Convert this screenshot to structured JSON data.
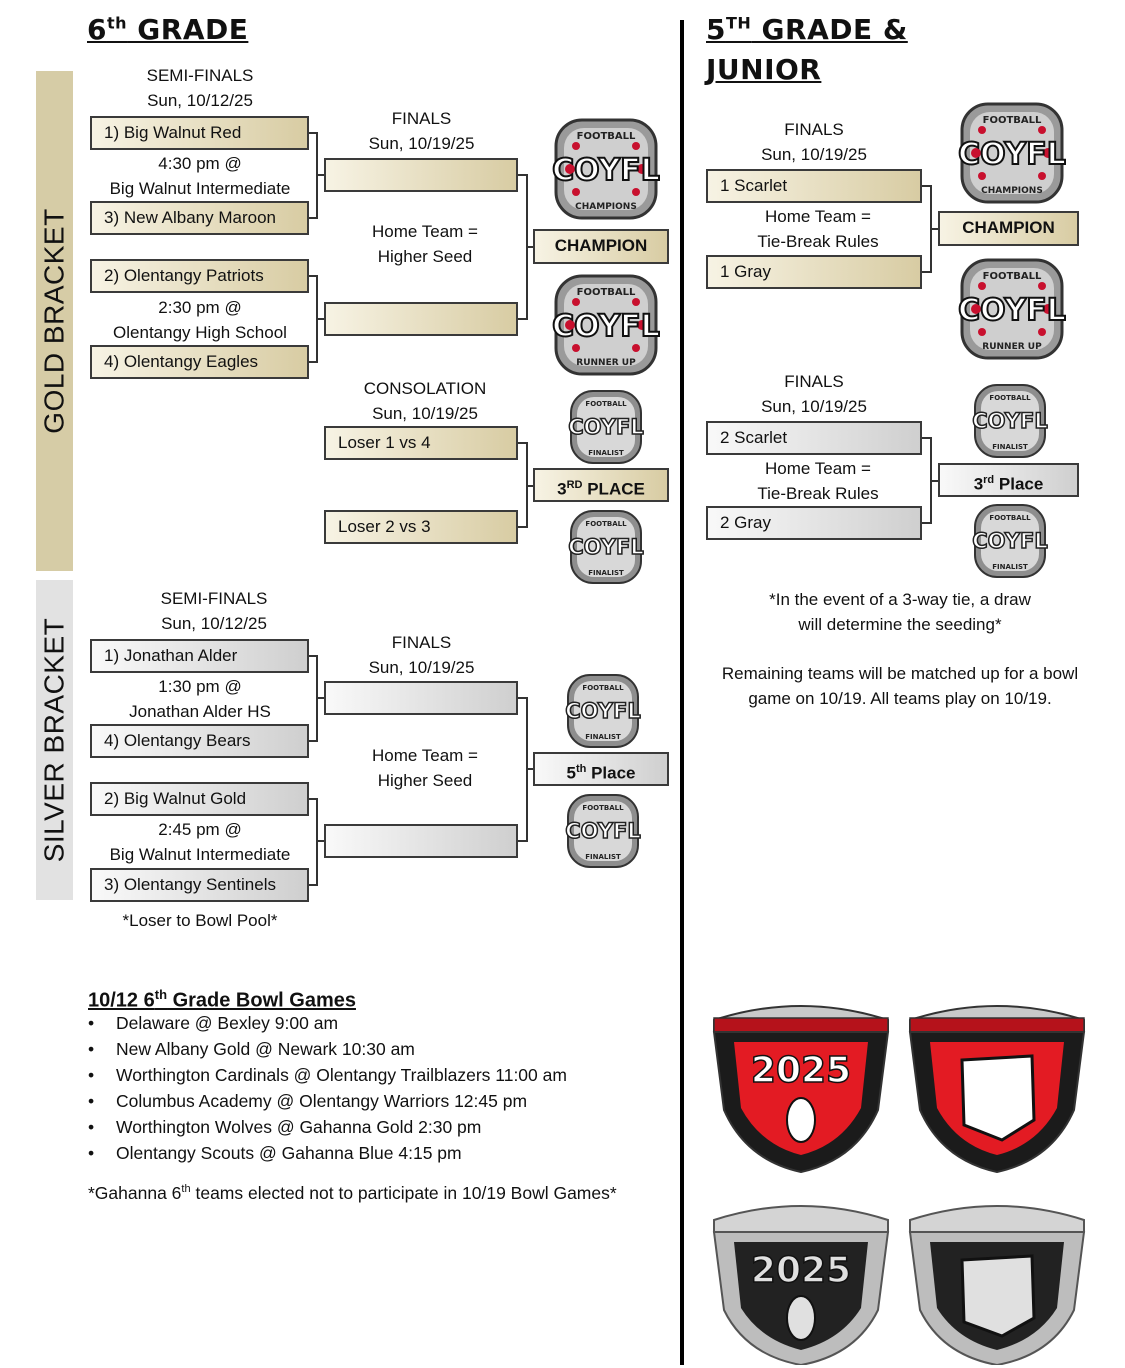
{
  "left_title": {
    "main": "6",
    "sup": "th",
    "rest": " GRADE"
  },
  "right_title": {
    "main": "5",
    "sup": "TH",
    "line1_rest": " GRADE &",
    "line2": "JUNIOR"
  },
  "gold_label": "GOLD BRACKET",
  "silver_label": "SILVER BRACKET",
  "gold": {
    "semis_header": [
      "SEMI-FINALS",
      "Sun, 10/12/25"
    ],
    "finals_header": [
      "FINALS",
      "Sun, 10/19/25"
    ],
    "game1": {
      "top": "1) Big Walnut Red",
      "info": [
        "4:30 pm @",
        "Big Walnut Intermediate"
      ],
      "bottom": "3) New Albany Maroon"
    },
    "game2": {
      "top": "2) Olentangy Patriots",
      "info": [
        "2:30 pm @",
        "Olentangy High School"
      ],
      "bottom": "4) Olentangy Eagles"
    },
    "home_note": [
      "Home Team =",
      "Higher Seed"
    ],
    "champion": "CHAMPION",
    "consolation_header": [
      "CONSOLATION",
      "Sun, 10/19/25"
    ],
    "cons_top": "Loser 1 vs 4",
    "cons_bottom": "Loser 2 vs 3",
    "third": {
      "main": "3",
      "sup": "RD",
      "rest": " PLACE"
    }
  },
  "silver": {
    "semis_header": [
      "SEMI-FINALS",
      "Sun, 10/12/25"
    ],
    "finals_header": [
      "FINALS",
      "Sun, 10/19/25"
    ],
    "game1": {
      "top": "1) Jonathan Alder",
      "info": [
        "1:30 pm @",
        "Jonathan Alder HS"
      ],
      "bottom": "4) Olentangy Bears"
    },
    "game2": {
      "top": "2) Big Walnut Gold",
      "info": [
        "2:45 pm @",
        "Big Walnut Intermediate"
      ],
      "bottom": "3) Olentangy Sentinels"
    },
    "home_note": [
      "Home Team =",
      "Higher Seed"
    ],
    "fifth": {
      "main": "5",
      "sup": "th",
      "rest": " Place"
    },
    "loser_note": "*Loser to Bowl Pool*"
  },
  "right": {
    "finals1_header": [
      "FINALS",
      "Sun, 10/19/25"
    ],
    "f1_top": "1 Scarlet",
    "f1_bottom": "1 Gray",
    "f1_note": [
      "Home Team =",
      "Tie-Break Rules"
    ],
    "champion": "CHAMPION",
    "finals2_header": [
      "FINALS",
      "Sun, 10/19/25"
    ],
    "f2_top": "2 Scarlet",
    "f2_bottom": "2 Gray",
    "f2_note": [
      "Home Team =",
      "Tie-Break Rules"
    ],
    "third": {
      "main": "3",
      "sup": "rd",
      "rest": " Place"
    },
    "tie_note": [
      "*In the event of a 3-way tie, a draw",
      "will determine  the seeding*"
    ],
    "remaining_note": [
      "Remaining teams will be matched up for a bowl",
      "game on 10/19. All teams play on 10/19."
    ]
  },
  "trophies": {
    "brand": "COYFL",
    "top_word": "FOOTBALL",
    "champions": "CHAMPIONS",
    "runner_up": "RUNNER UP",
    "finalist": "FINALIST"
  },
  "rings": {
    "year": "2025"
  },
  "bowl": {
    "title": {
      "a": "10/12 6",
      "sup": "th",
      "b": " Grade Bowl Games"
    },
    "games": [
      "Delaware @ Bexley 9:00 am",
      "New Albany Gold @ Newark 10:30 am",
      "Worthington  Cardinals @ Olentangy Trailblazers 11:00 am",
      "Columbus Academy @ Olentangy Warriors 12:45 pm",
      "Worthington  Wolves @ Gahanna Gold 2:30 pm",
      "Olentangy Scouts @ Gahanna Blue 4:15 pm"
    ],
    "footnote": {
      "a": "*Gahanna 6",
      "sup": "th",
      "b": " teams elected  not to participate  in 10/19 Bowl Games*"
    }
  },
  "colors": {
    "gold_bar": "#d6cca6",
    "silver_bar": "#e2e2e2",
    "trophy_red": "#c8102e",
    "ring_red": "#e31b23"
  }
}
